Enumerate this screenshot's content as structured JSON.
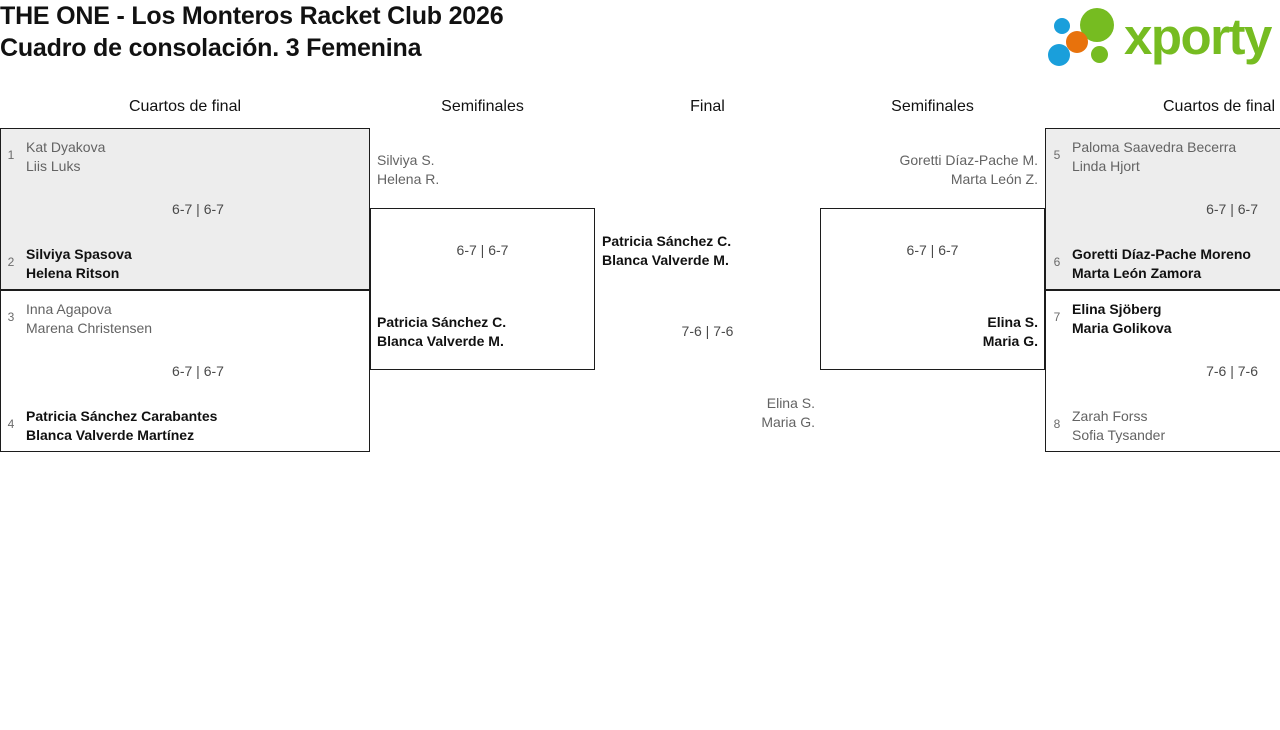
{
  "header": {
    "title_line1": "THE ONE - Los Monteros Racket Club 2026",
    "title_line2": "Cuadro de consolación. 3 Femenina",
    "logo_text": "xporty",
    "logo_colors": {
      "green": "#76bc21",
      "blue": "#1a9fdb",
      "orange": "#e8720c"
    }
  },
  "colors": {
    "shaded_row": "#ededed",
    "border": "#1c1c1c",
    "loser_text": "#636363",
    "winner_text": "#111111",
    "score_text": "#4a4a4a",
    "seed_text": "#6b6b6b"
  },
  "round_headers": [
    {
      "label": "Cuartos de final"
    },
    {
      "label": "Semifinales"
    },
    {
      "label": "Final"
    },
    {
      "label": "Semifinales"
    },
    {
      "label": "Cuartos de final"
    }
  ],
  "left_quarterfinals": [
    {
      "score": "6-7 | 6-7",
      "top": {
        "seed": "1",
        "player1": "Kat Dyakova",
        "player2": "Liis Luks",
        "result": "loser"
      },
      "bottom": {
        "seed": "2",
        "player1": "Silviya Spasova",
        "player2": "Helena Ritson",
        "result": "winner"
      }
    },
    {
      "score": "6-7 | 6-7",
      "top": {
        "seed": "3",
        "player1": "Inna Agapova",
        "player2": "Marena Christensen",
        "result": "loser"
      },
      "bottom": {
        "seed": "4",
        "player1": "Patricia Sánchez Carabantes",
        "player2": "Blanca Valverde Martínez",
        "result": "winner"
      }
    }
  ],
  "left_semifinal": {
    "score": "6-7 | 6-7",
    "top": {
      "player1": "Silviya S.",
      "player2": "Helena R.",
      "result": "loser"
    },
    "bottom": {
      "player1": "Patricia Sánchez C.",
      "player2": "Blanca Valverde M.",
      "result": "winner"
    }
  },
  "final": {
    "score": "7-6 | 7-6",
    "top": {
      "player1": "Patricia Sánchez C.",
      "player2": "Blanca Valverde M.",
      "result": "winner"
    },
    "bottom": {
      "player1": "Elina S.",
      "player2": "Maria G.",
      "result": "loser"
    }
  },
  "right_semifinal": {
    "score": "6-7 | 6-7",
    "top": {
      "player1": "Goretti Díaz-Pache M.",
      "player2": "Marta León Z.",
      "result": "loser"
    },
    "bottom": {
      "player1": "Elina S.",
      "player2": "Maria G.",
      "result": "winner"
    }
  },
  "right_quarterfinals": [
    {
      "score": "6-7 | 6-7",
      "top": {
        "seed": "5",
        "player1": "Paloma Saavedra Becerra",
        "player2": "Linda Hjort",
        "result": "loser"
      },
      "bottom": {
        "seed": "6",
        "player1": "Goretti Díaz-Pache Moreno",
        "player2": "Marta León Zamora",
        "result": "winner"
      }
    },
    {
      "score": "7-6 | 7-6",
      "top": {
        "seed": "7",
        "player1": "Elina Sjöberg",
        "player2": "Maria Golikova",
        "result": "winner"
      },
      "bottom": {
        "seed": "8",
        "player1": "Zarah Forss",
        "player2": "Sofia Tysander",
        "result": "loser"
      }
    }
  ]
}
